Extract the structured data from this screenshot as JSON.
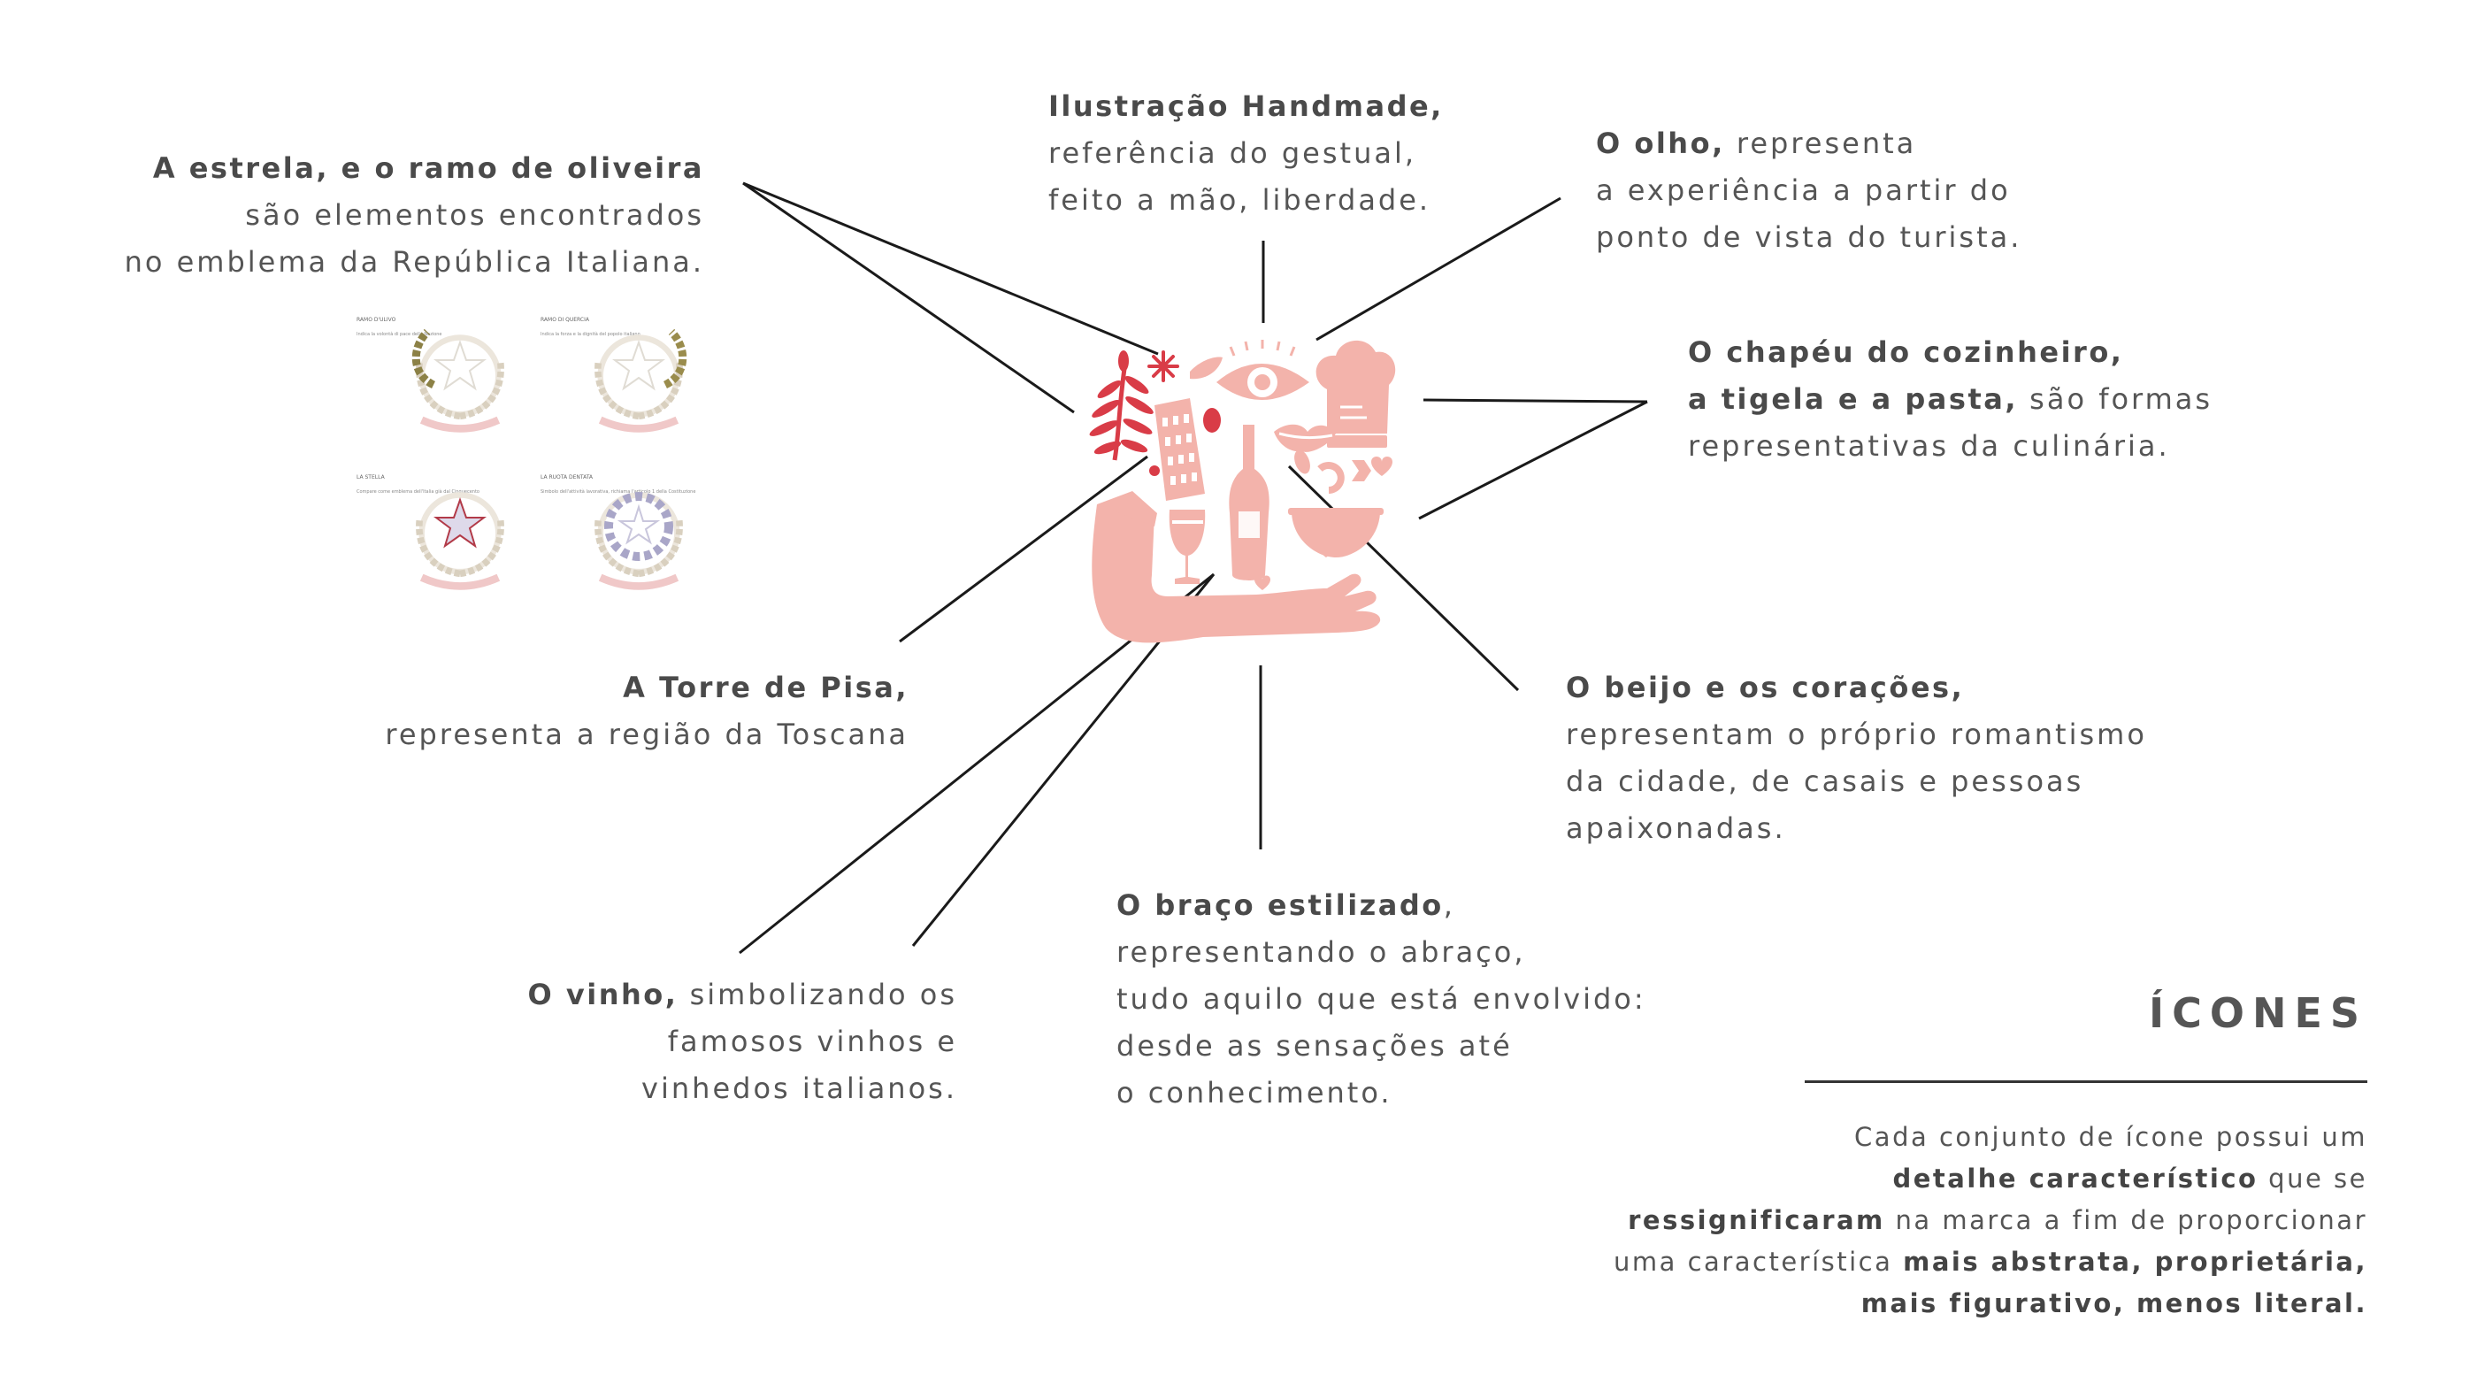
{
  "callouts": {
    "star": {
      "title": "A estrela, e o ramo de oliveira",
      "l1": "são elementos encontrados",
      "l2": "no emblema da República Italiana."
    },
    "handmade": {
      "title": "Ilustração Handmade,",
      "l1": "referência do gestual,",
      "l2": "feito a mão, liberdade."
    },
    "eye": {
      "title": "O olho,",
      "rest": " representa",
      "l1": "a experiência a partir do",
      "l2": "ponto de vista do turista."
    },
    "chef": {
      "title1": "O chapéu do cozinheiro,",
      "title2": "a tigela e a pasta,",
      "rest": " são formas",
      "l1": "representativas da culinária."
    },
    "pisa": {
      "title": "A Torre de Pisa,",
      "l1": "representa a região da Toscana"
    },
    "kiss": {
      "title": "O beijo e os corações,",
      "l1": "representam o próprio romantismo",
      "l2": "da cidade, de casais e pessoas",
      "l3": "apaixonadas."
    },
    "wine": {
      "title": "O vinho,",
      "rest": " simbolizando os",
      "l1": "famosos vinhos e",
      "l2": "vinhedos italianos."
    },
    "arm": {
      "title": "O braço estilizado",
      "rest": ",",
      "l1": "representando o abraço,",
      "l2": "tudo aquilo que está envolvido:",
      "l3": "desde as sensações até",
      "l4": "o conhecimento."
    }
  },
  "emblems": [
    {
      "title": "RAMO D'ULIVO",
      "caption": "Indica la volontà di pace della Nazione"
    },
    {
      "title": "RAMO DI QUERCIA",
      "caption": "Indica la forza e la dignità del popolo italiano"
    },
    {
      "title": "LA STELLA",
      "caption": "Compare come emblema dell'Italia già dal Cinquecento"
    },
    {
      "title": "LA RUOTA DENTATA",
      "caption": "Simbolo dell'attività lavorativa, richiama l'articolo 1 della Costituzione"
    }
  ],
  "section": {
    "title": "ÍCONES",
    "d1": "Cada conjunto de ícone possui um",
    "d2b": "detalhe característico",
    "d2r": " que se",
    "d3b": "ressignificaram",
    "d3r": " na marca a fim de proporcionar",
    "d4r": "uma característica ",
    "d4b": "mais abstrata, proprietária,",
    "d5b": "mais figurativo, menos literal."
  },
  "colors": {
    "accent_red": "#d93c47",
    "pink": "#f3b3ab",
    "text": "#555555",
    "line": "#1a1a1a"
  }
}
